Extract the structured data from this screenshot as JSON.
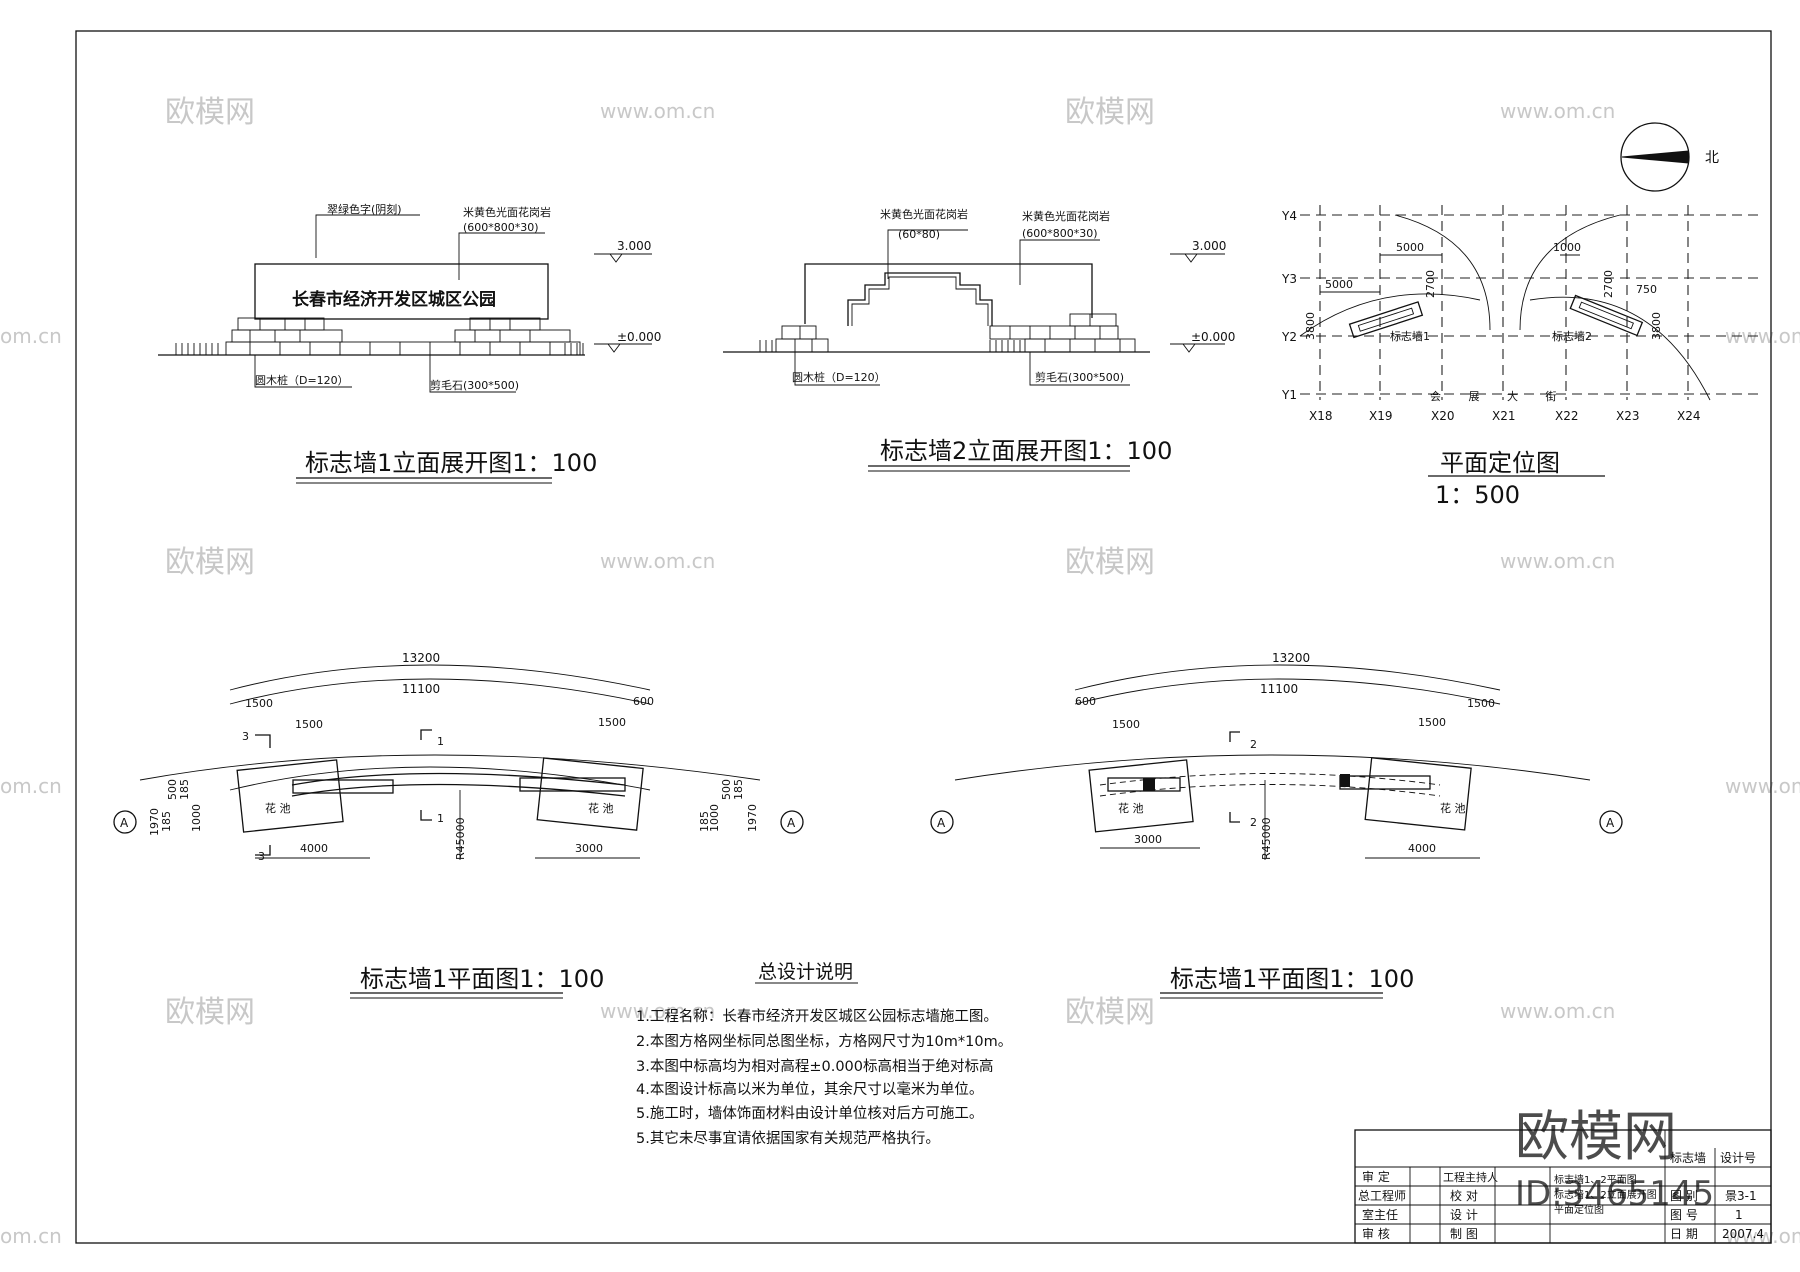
{
  "watermark": {
    "brand": "欧模网",
    "url": "www.om.cn",
    "url_cut": "om.cn",
    "id": "ID:3465145"
  },
  "elev1": {
    "title": "标志墙1立面展开图1：100",
    "sign_text": "长春市经济开发区城区公园",
    "label_top_left": "翠绿色字(阴刻)",
    "label_top_right_1": "米黄色光面花岗岩",
    "label_top_right_2": "(600*800*30)",
    "level_top": "3.000",
    "level_zero": "±0.000",
    "label_bottom_left": "圆木桩（D=120）",
    "label_bottom_right": "剪毛石(300*500)"
  },
  "elev2": {
    "title": "标志墙2立面展开图1：100",
    "label_a1": "米黄色光面花岗岩",
    "label_a2": "(60*80)",
    "label_b1": "米黄色光面花岗岩",
    "label_b2": "(600*800*30)",
    "level_top": "3.000",
    "level_zero": "±0.000",
    "label_bottom_left": "圆木桩（D=120）",
    "label_bottom_right": "剪毛石(300*500)"
  },
  "siteplan": {
    "title": "平面定位图",
    "scale": "1：500",
    "north": "北",
    "y_labels": [
      "Y4",
      "Y3",
      "Y2",
      "Y1"
    ],
    "x_labels": [
      "X18",
      "X19",
      "X20",
      "X21",
      "X22",
      "X23",
      "X24"
    ],
    "dims": [
      "5000",
      "5000",
      "2700",
      "3800",
      "1000",
      "2700",
      "750",
      "3800"
    ],
    "wall1": "标志墙1",
    "wall2": "标志墙2",
    "street": "会 展 大 街"
  },
  "plan1": {
    "title": "标志墙1平面图1：100",
    "dims_top": [
      "13200",
      "11100",
      "1500",
      "600",
      "1500",
      "1500"
    ],
    "dims_bottom": [
      "4000",
      "3000"
    ],
    "dims_side_left": [
      "500",
      "185",
      "185",
      "1000",
      "1970"
    ],
    "dims_side_right": [
      "185",
      "1000",
      "500",
      "185",
      "1970"
    ],
    "radius": "R45000",
    "bed_left": "花 池",
    "bed_right": "花 池",
    "axis": "A",
    "sec_1": "1",
    "sec_3": "3"
  },
  "plan2": {
    "title": "标志墙1平面图1：100",
    "dims_top": [
      "13200",
      "11100",
      "600",
      "1500",
      "1500",
      "1500"
    ],
    "dims_bottom": [
      "3000",
      "4000"
    ],
    "radius": "R45000",
    "bed_left": "花 池",
    "bed_right": "花 池",
    "axis": "A",
    "sec_2": "2"
  },
  "notes": {
    "heading": "总设计说明",
    "lines": [
      "1.工程名称：长春市经济开发区城区公园标志墙施工图。",
      "2.本图方格网坐标同总图坐标，方格网尺寸为10m*10m。",
      "3.本图中标高均为相对高程±0.000标高相当于绝对标高",
      "4.本图设计标高以米为单位，其余尺寸以毫米为单位。",
      "5.施工时，墙体饰面材料由设计单位核对后方可施工。",
      "5.其它未尽事宜请依据国家有关规范严格执行。"
    ]
  },
  "titleblock": {
    "roles": [
      "审 定",
      "总工程师",
      "室主任",
      "审 核"
    ],
    "roles2": [
      "工程主持人",
      "校 对",
      "设 计",
      "制 图"
    ],
    "project": "标志墙",
    "design_no": "设计号",
    "drawing_label": "图 别",
    "drawing_no": "景3-1",
    "sheet_label": "图 号",
    "sheet_no": "1",
    "date_label": "日 期",
    "date": "2007.4",
    "contents": [
      "标志墙1、2平面图",
      "标志墙1、2立面展开图",
      "平面定位图"
    ]
  }
}
